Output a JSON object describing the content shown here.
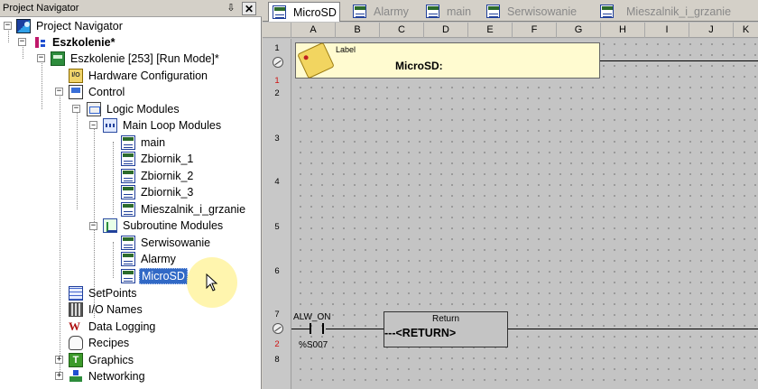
{
  "navigator": {
    "title": "Project Navigator",
    "pin_glyph": "⇩",
    "close_glyph": "✕",
    "tree": {
      "project": "Project Navigator",
      "eszkolenie": "Eszkolenie*",
      "plc": "Eszkolenie [253] [Run Mode]*",
      "hardware": "Hardware Configuration",
      "control": "Control",
      "logic_modules": "Logic Modules",
      "main_loop_modules": "Main Loop Modules",
      "main_loop": [
        "main",
        "Zbiornik_1",
        "Zbiornik_2",
        "Zbiornik_3",
        "Mieszalnik_i_grzanie"
      ],
      "subroutine_modules": "Subroutine Modules",
      "subroutines": [
        "Serwisowanie",
        "Alarmy",
        "MicroSD"
      ],
      "setpoints": "SetPoints",
      "io_names": "I/O Names",
      "data_logging": "Data Logging",
      "recipes": "Recipes",
      "graphics": "Graphics",
      "networking": "Networking"
    },
    "selected": "MicroSD"
  },
  "editor": {
    "tabs": [
      "MicroSD",
      "Alarmy",
      "main",
      "Serwisowanie",
      "Mieszalnik_i_grzanie"
    ],
    "active_tab": "MicroSD",
    "columns": [
      "A",
      "B",
      "C",
      "D",
      "E",
      "F",
      "G",
      "H",
      "I",
      "J",
      "K"
    ],
    "rows": [
      "1",
      "1",
      "2",
      "3",
      "4",
      "5",
      "6",
      "7",
      "2",
      "8"
    ],
    "label_block": {
      "kind": "Label",
      "name": "MicroSD:"
    },
    "contact": {
      "name": "ALW_ON",
      "address": "%S007"
    },
    "return_block": {
      "title": "Return",
      "command": "---<RETURN>"
    }
  },
  "colors": {
    "selection": "#3169c6",
    "label_bg": "#fffbd0",
    "grid_bg": "#c4c4c4"
  }
}
